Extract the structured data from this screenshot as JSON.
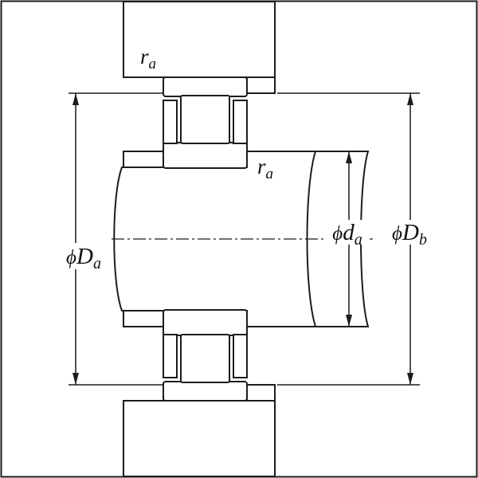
{
  "figure": {
    "type": "bearing-mounting-cross-section",
    "labels": {
      "fillet_top": {
        "main": "r",
        "sub": "a"
      },
      "fillet_shaft": {
        "main": "r",
        "sub": "a"
      },
      "housing_abutment_dia": {
        "phi": "ϕ",
        "main": "D",
        "sub": "a"
      },
      "shaft_abutment_dia": {
        "phi": "ϕ",
        "main": "d",
        "sub": "a"
      },
      "housing_shoulder_dia": {
        "phi": "ϕ",
        "main": "D",
        "sub": "b"
      }
    },
    "colors": {
      "housing": "#d8d8d8",
      "abutment_ring": "#8aa3ae",
      "line": "#1c1c1c",
      "background": "#ffffff"
    }
  }
}
